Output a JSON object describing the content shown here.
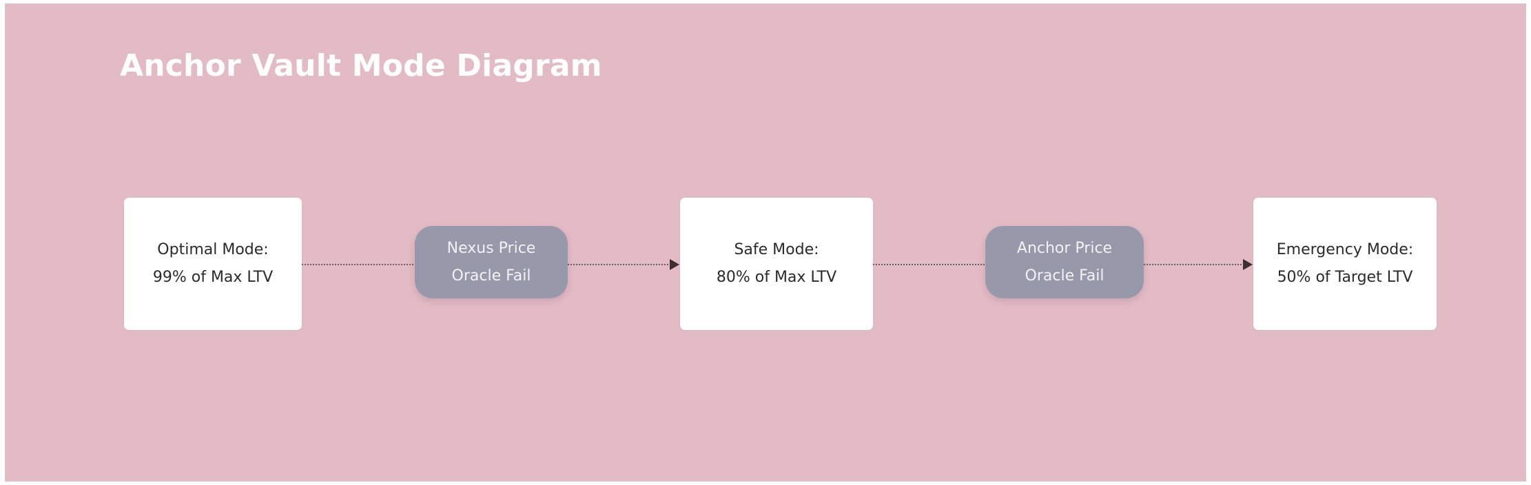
{
  "diagram": {
    "title": "Anchor Vault Mode Diagram",
    "colors": {
      "background": "#e3bbc5",
      "mode_box": "#ffffff",
      "trigger_pill": "#9799aa",
      "edge": "#5a4a50"
    },
    "modes": [
      {
        "line1": "Optimal Mode:",
        "line2": "99% of Max LTV"
      },
      {
        "line1": "Safe Mode:",
        "line2": "80% of Max LTV"
      },
      {
        "line1": "Emergency Mode:",
        "line2": "50% of Target LTV"
      }
    ],
    "triggers": [
      {
        "line1": "Nexus Price",
        "line2": "Oracle Fail"
      },
      {
        "line1": "Anchor Price",
        "line2": "Oracle Fail"
      }
    ]
  }
}
